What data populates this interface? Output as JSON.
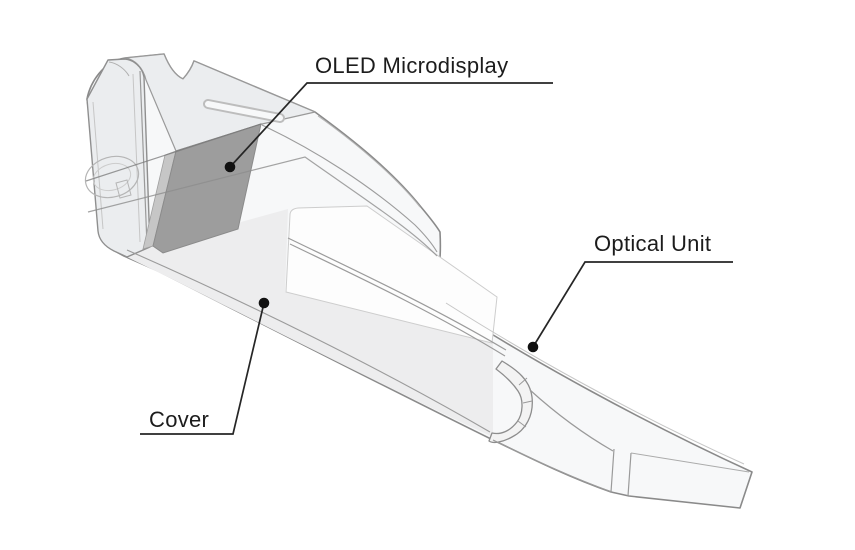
{
  "diagram": {
    "type": "technical-annotated-diagram",
    "subject": "Head-mounted optical engine assembly (CAD line drawing)",
    "background": "#ffffff",
    "labels": {
      "oled": "OLED Microdisplay",
      "optical_unit": "Optical Unit",
      "cover": "Cover"
    },
    "colors": {
      "label_text": "#1c1c1c",
      "leader_line": "#262626",
      "callout_dot": "#111111",
      "outline": "#8a8a8a",
      "inner_line": "#9c9c9c",
      "faint_line": "#c6c6c6",
      "body_fill": "#f7f8f9",
      "plate_fill": "#ebedef",
      "cover_fill": "#ededee",
      "panel_fill": "#fdfdfd",
      "display_fill": "#9d9d9d",
      "display_side_fill": "#c6c6c6",
      "cap_fill": "#f3f3f3"
    }
  }
}
